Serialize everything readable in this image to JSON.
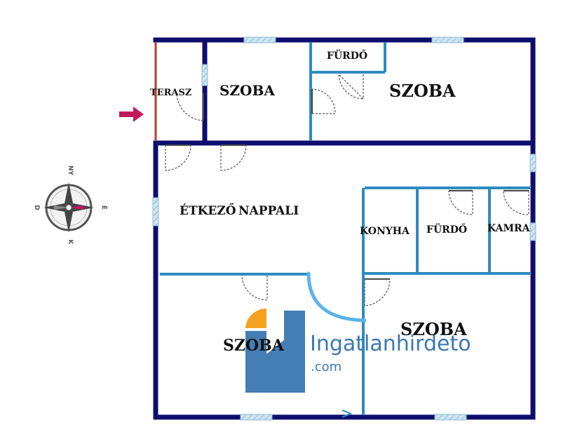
{
  "rooms": {
    "terasz": "TERASZ",
    "szoba_top_left": "SZOBA",
    "furdo_top": "FÜRDŐ",
    "szoba_top_right": "SZOBA",
    "etkezo": "ÉTKEZŐ",
    "nappali": "NAPPALI",
    "konyha": "KONYHA",
    "furdo_mid": "FÜRDŐ",
    "kamra": "KAMRA",
    "szoba_bottom_left": "SZOBA",
    "szoba_bottom_right": "SZOBA"
  },
  "compass": {
    "north": "NY",
    "east": "É",
    "south": "K",
    "west": "D"
  },
  "watermark": {
    "brand": "Ingatlanhirdeto",
    "domain": ".com"
  },
  "colors": {
    "outer_wall": "#0d0d6e",
    "inner_wall": "#2e8bc0",
    "window": "#a9cfe3",
    "terrace_wall": "#c0392b",
    "entry_arrow": "#c2185b",
    "door_arc": "#555555",
    "stair_curve": "#5ab4e8",
    "logo_blue": "#3b78b0",
    "logo_orange": "#f39c12"
  }
}
